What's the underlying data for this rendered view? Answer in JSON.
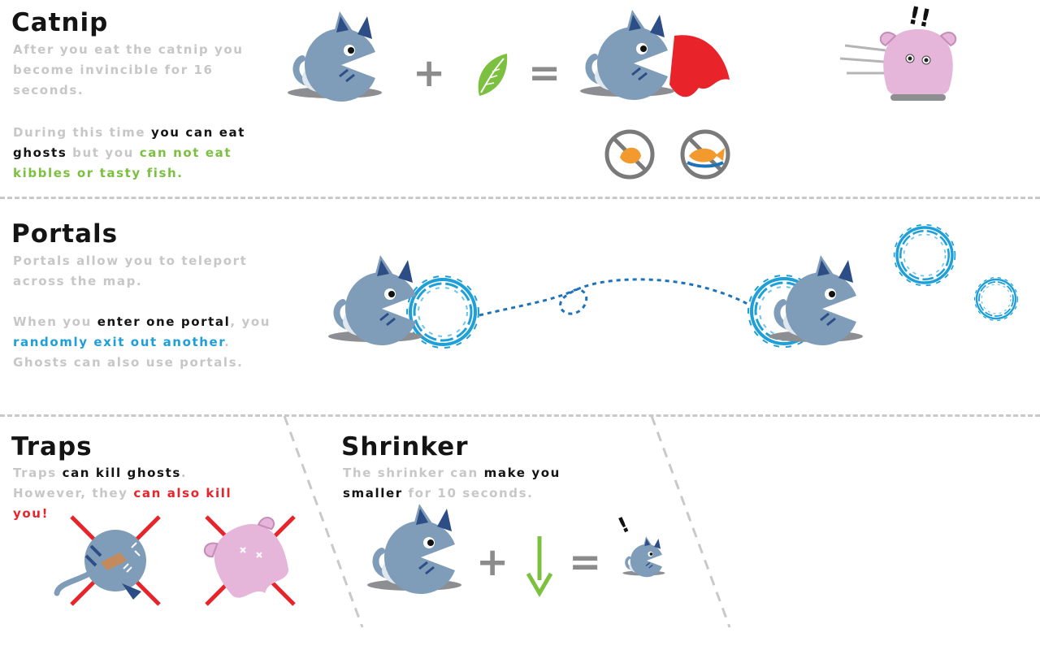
{
  "sections": {
    "catnip": {
      "title": "Catnip",
      "p1": "After you eat the catnip you become invincible for 16 seconds.",
      "p2_a": "During this time ",
      "p2_b": "you can eat ghosts",
      "p2_c": " but you ",
      "p2_d": "can not eat kibbles or tasty fish."
    },
    "portals": {
      "title": "Portals",
      "p1": "Portals allow you to teleport across the map.",
      "p2_a": "When you ",
      "p2_b": "enter one portal",
      "p2_c": ", you ",
      "p2_d": "randomly exit out another",
      "p2_e": ". Ghosts can also use portals."
    },
    "traps": {
      "title": "Traps",
      "p1_a": "Traps ",
      "p1_b": "can kill ghosts",
      "p1_c": ". However, they ",
      "p1_d": "can also kill you",
      "p1_e": "!"
    },
    "shrinker": {
      "title": "Shrinker",
      "p1_a": "The shrinker can ",
      "p1_b": "make you smaller",
      "p1_c": " for 10 seconds."
    }
  },
  "symbols": {
    "plus": "+",
    "equals": "=",
    "alert": "!!",
    "alert_single": "!"
  },
  "icons": {
    "cat": "cat-icon",
    "catnip": "catnip-leaf-icon",
    "no_kibble": "no-kibble-icon",
    "no_fish": "no-fish-icon",
    "ghost": "ghost-icon",
    "portal": "portal-icon",
    "trap": "trap-x-icon",
    "shrink": "shrink-arrow-icon"
  },
  "colors": {
    "heading": "#141414",
    "muted": "#c7c7c7",
    "green": "#7cc040",
    "blue": "#1e9fd8",
    "red": "#e8242a",
    "cat_body": "#7f9db8",
    "cat_dark": "#2c4d86",
    "ghost_pink": "#e5b6d9",
    "divider": "#c9c9c9"
  }
}
